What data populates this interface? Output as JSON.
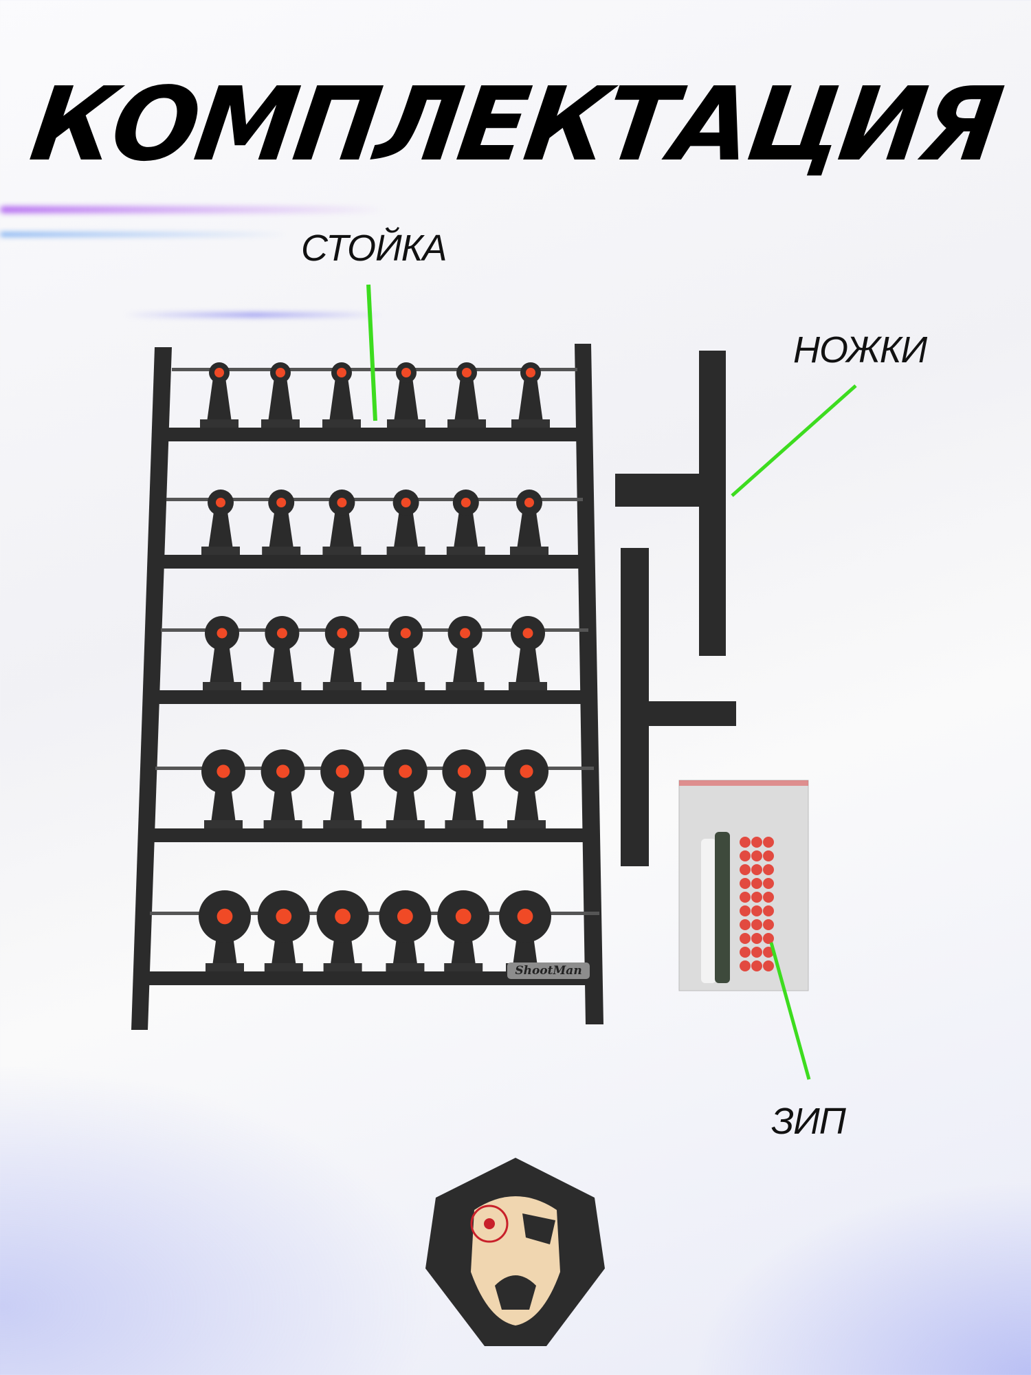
{
  "title": "КОМПЛЕКТАЦИЯ",
  "labels": {
    "rack": "СТОЙКА",
    "legs": "НОЖКИ",
    "kit": "ЗИП"
  },
  "brand_plate": "ShootMan",
  "colors": {
    "pointer": "#3ddc1f",
    "target_dot": "#f04a26",
    "metal": "#2b2b2b"
  },
  "rack": {
    "shelves": 5,
    "targets_per_shelf": 6
  }
}
